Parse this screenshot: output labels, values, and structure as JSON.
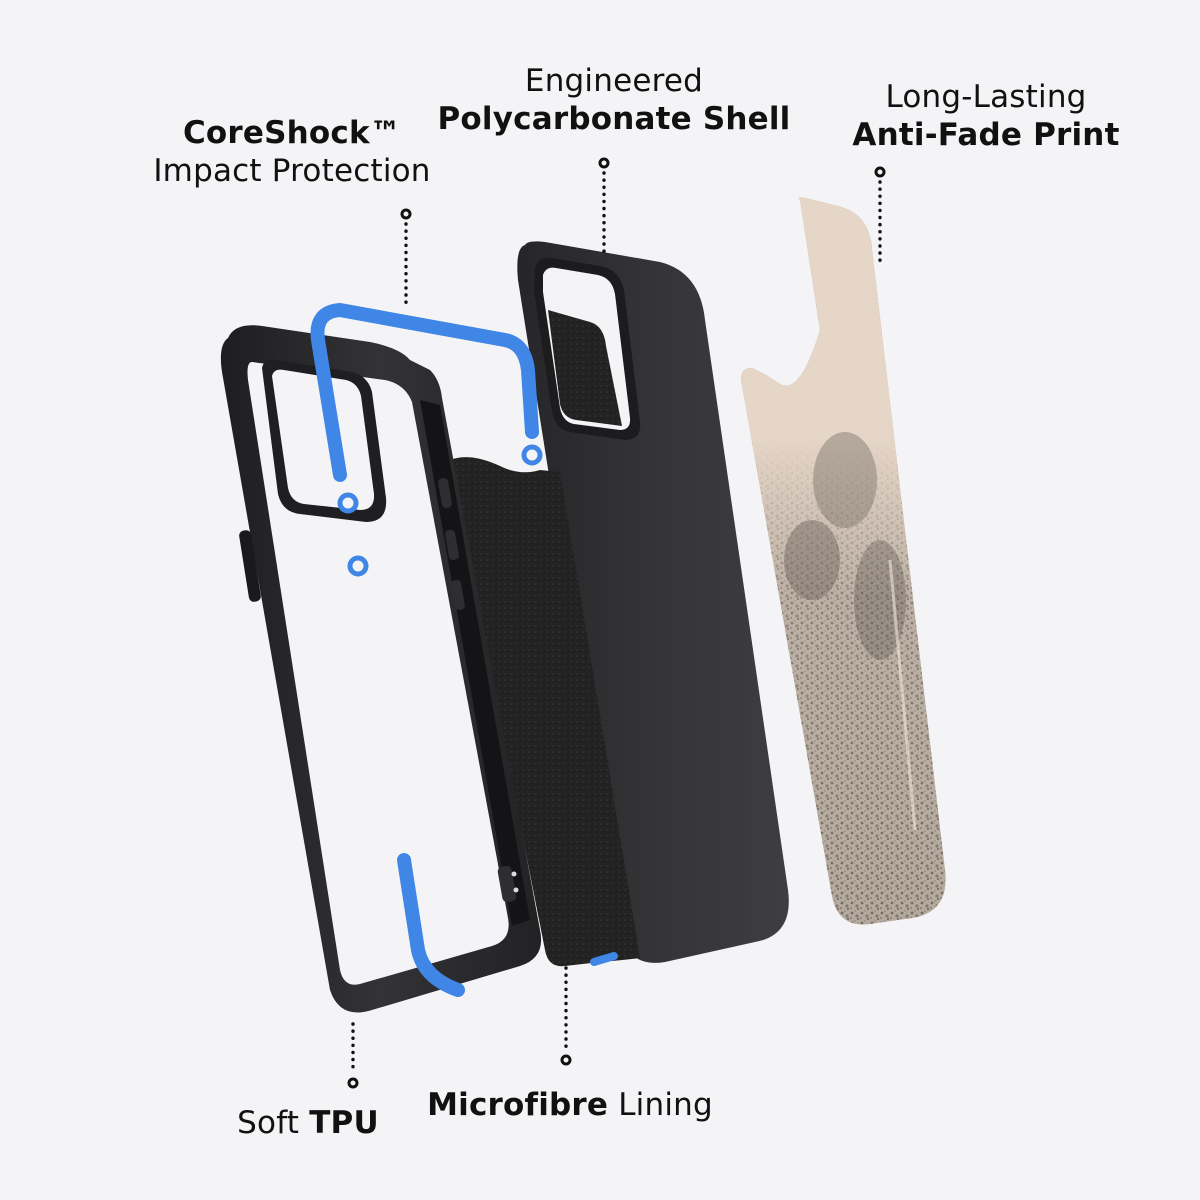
{
  "colors": {
    "background": "#f4f4f6",
    "tpu_frame": "#2a2a2c",
    "coreshock_blue": "#3f86e6",
    "shell": "#303032",
    "microfibre": "#232323",
    "print_base": "#e6d6c8",
    "print_ink": "#4a4540",
    "callout_dots": "#111111"
  },
  "callouts": {
    "coreshock": {
      "line1_bold": "CoreShock™",
      "line2_light": "Impact Protection"
    },
    "shell": {
      "line1_light": "Engineered",
      "line2_bold": "Polycarbonate Shell"
    },
    "print": {
      "line1_light": "Long-Lasting",
      "line2_bold": "Anti-Fade Print"
    },
    "tpu": {
      "light": "Soft ",
      "bold": "TPU"
    },
    "microfibre": {
      "bold": "Microfibre",
      "light": " Lining"
    }
  },
  "layers": [
    {
      "name": "Soft TPU frame"
    },
    {
      "name": "CoreShock impact protection inserts"
    },
    {
      "name": "Microfibre lining"
    },
    {
      "name": "Polycarbonate shell"
    },
    {
      "name": "Anti-fade print panel"
    }
  ]
}
